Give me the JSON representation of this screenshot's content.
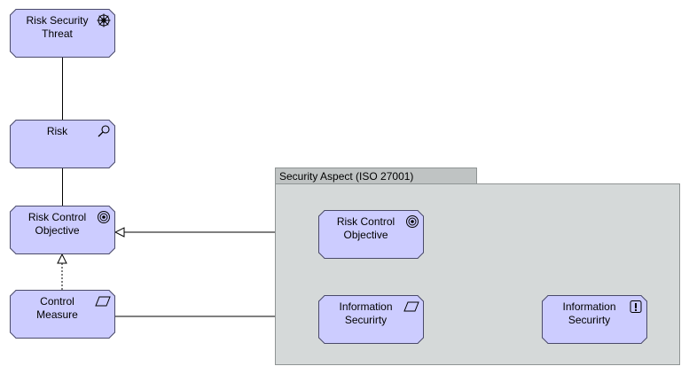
{
  "diagram": {
    "group": {
      "label": "Security Aspect (ISO 27001)"
    },
    "nodes": [
      {
        "id": "risk-security-threat",
        "label": "Risk Security\nThreat",
        "icon": "wheel-icon"
      },
      {
        "id": "risk",
        "label": "Risk",
        "icon": "magnifier-icon"
      },
      {
        "id": "risk-control-objective",
        "label": "Risk Control\nObjective",
        "icon": "target-icon"
      },
      {
        "id": "control-measure",
        "label": "Control\nMeasure",
        "icon": "parallelogram-icon"
      },
      {
        "id": "risk-control-objective-iso",
        "label": "Risk Control\nObjective",
        "icon": "target-icon"
      },
      {
        "id": "information-security-measure",
        "label": "Information\nSecurirty",
        "icon": "parallelogram-icon"
      },
      {
        "id": "information-security-requirement",
        "label": "Information\nSecurirty",
        "icon": "exclamation-icon"
      }
    ],
    "connections": [
      {
        "from": "risk-security-threat",
        "to": "risk",
        "type": "association"
      },
      {
        "from": "risk",
        "to": "risk-control-objective",
        "type": "association"
      },
      {
        "from": "control-measure",
        "to": "risk-control-objective",
        "type": "realization"
      },
      {
        "from": "risk-control-objective-iso",
        "to": "risk-control-objective",
        "type": "specialization"
      },
      {
        "from": "control-measure",
        "to": "information-security-measure",
        "type": "specialization"
      },
      {
        "from": "information-security-measure",
        "to": "information-security-requirement",
        "type": "realization"
      },
      {
        "from": "information-security-requirement",
        "to": "risk-control-objective-iso",
        "type": "realization"
      }
    ],
    "colors": {
      "element_fill": "#ccccff",
      "element_border": "#4a4a6a",
      "group_fill": "#d5d9d9",
      "group_tab": "#bfc3c3",
      "line": "#000000"
    }
  }
}
